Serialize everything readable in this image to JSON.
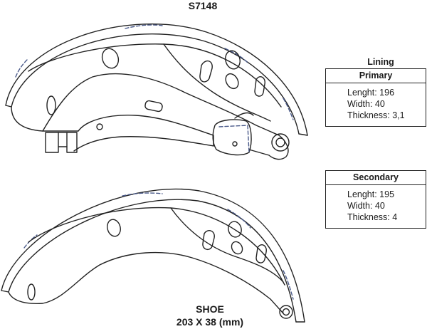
{
  "part_number": "S7148",
  "lining": {
    "caption": "Lining",
    "primary": {
      "title": "Primary",
      "length": "Lenght: 196",
      "width": "Width: 40",
      "thickness": "Thickness: 3,1"
    },
    "secondary": {
      "title": "Secondary",
      "length": "Lenght: 195",
      "width": "Width: 40",
      "thickness": "Thickness: 4"
    }
  },
  "shoe": {
    "caption": "SHOE",
    "dimensions": "203 X 38 (mm)"
  }
}
